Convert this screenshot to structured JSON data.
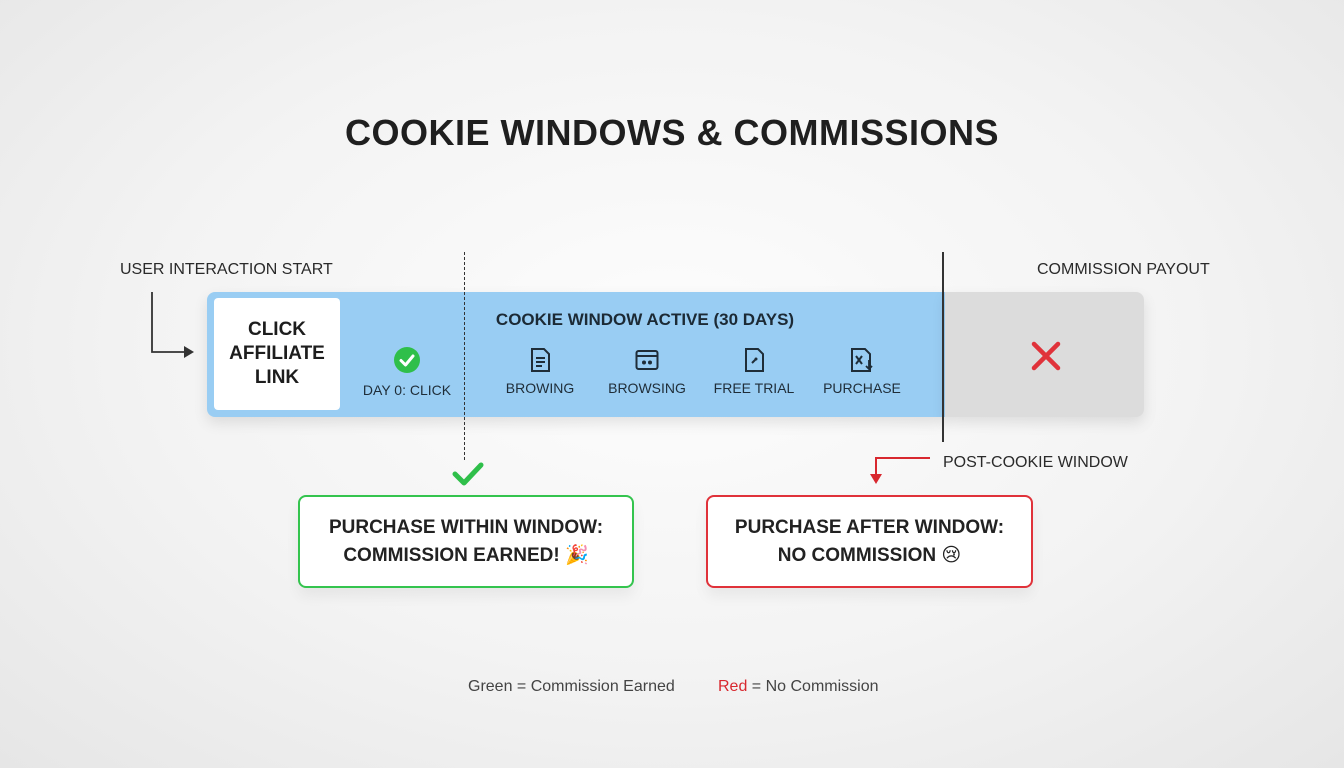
{
  "title": "COOKIE WINDOWS & COMMISSIONS",
  "labels": {
    "user_start": "USER INTERACTION START",
    "commission_payout": "COMMISSION PAYOUT",
    "post_cookie": "POST-COOKIE WINDOW"
  },
  "click_box": [
    "CLICK",
    "AFFILIATE",
    "LINK"
  ],
  "active_window_title": "COOKIE WINDOW ACTIVE (30 DAYS)",
  "steps": [
    {
      "label": "DAY 0: CLICK",
      "icon": "check-circle-icon"
    },
    {
      "label": "BROWING",
      "icon": "document-icon"
    },
    {
      "label": "BROWSING",
      "icon": "browser-window-icon"
    },
    {
      "label": "FREE TRIAL",
      "icon": "trial-document-icon"
    },
    {
      "label": "PURCHASE",
      "icon": "purchase-document-icon"
    }
  ],
  "result_green": {
    "line1": "PURCHASE WITHIN WINDOW:",
    "line2": "COMMISSION EARNED! 🎉"
  },
  "result_red": {
    "line1": "PURCHASE AFTER WINDOW:",
    "line2": "NO COMMISSION 😢"
  },
  "legend": {
    "green_text": "Green = Commission Earned",
    "red_word": "Red",
    "red_rest": " = No Commission"
  },
  "colors": {
    "active_window": "#99cdf3",
    "post_window": "#dcdcdc",
    "green": "#34c44e",
    "red": "#e0323a"
  }
}
